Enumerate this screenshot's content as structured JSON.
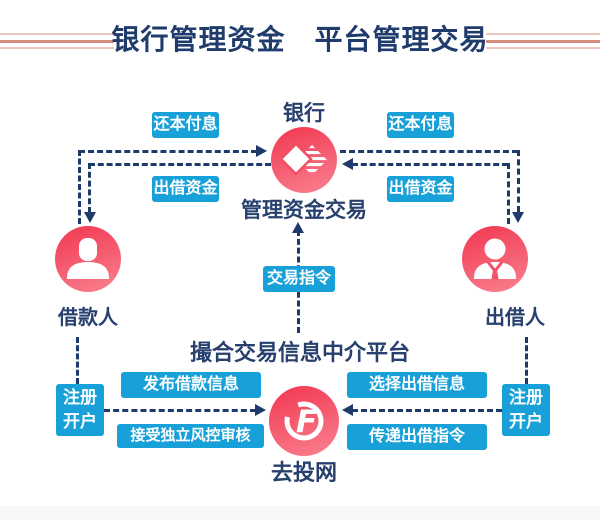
{
  "title": "银行管理资金　平台管理交易",
  "colors": {
    "badge_blue": "#18a0d8",
    "line_navy": "#1d3a6a",
    "text_navy": "#27406e",
    "node_red": "#f23c55",
    "decor_pink": "#d18c7c"
  },
  "nodes": {
    "bank": {
      "name": "银行",
      "subtitle": "管理资金交易"
    },
    "borrower": {
      "name": "借款人"
    },
    "lender": {
      "name": "出借人"
    },
    "platform": {
      "name": "撮合交易信息中介平台"
    },
    "qutou": {
      "name": "去投网",
      "logo_letter": "F"
    }
  },
  "flows": {
    "left_repay": "还本付息",
    "left_lend": "出借资金",
    "right_repay": "还本付息",
    "right_lend": "出借资金",
    "trade_order": "交易指令",
    "borrower_register": {
      "line1": "注册",
      "line2": "开户"
    },
    "lender_register": {
      "line1": "注册",
      "line2": "开户"
    },
    "publish_loan_info": "发布借款信息",
    "accept_risk_review": "接受独立风控审核",
    "select_lend_info": "选择出借信息",
    "send_lend_order": "传递出借指令"
  }
}
